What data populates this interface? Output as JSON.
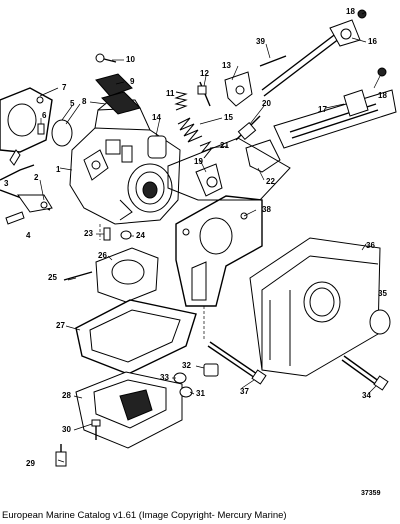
{
  "diagram": {
    "callouts": [
      "1",
      "2",
      "3",
      "4",
      "5",
      "6",
      "7",
      "8",
      "9",
      "10",
      "11",
      "12",
      "13",
      "14",
      "15",
      "16",
      "17",
      "18",
      "18",
      "19",
      "20",
      "21",
      "22",
      "23",
      "24",
      "25",
      "26",
      "27",
      "28",
      "29",
      "30",
      "31",
      "32",
      "33",
      "34",
      "35",
      "36",
      "37",
      "38",
      "39"
    ],
    "reference_number": "37359"
  },
  "caption": "European Marine Catalog v1.61 (Image Copyright- Mercury Marine)"
}
